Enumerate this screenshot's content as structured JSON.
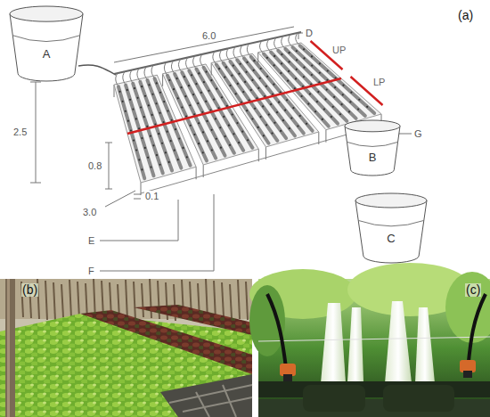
{
  "diagram": {
    "nodes": [
      {
        "text": [
          "A"
        ]
      },
      {
        "text": [
          "B"
        ]
      },
      {
        "text": [
          "C"
        ]
      }
    ],
    "labels": [
      "(a)",
      "6.0",
      "D",
      "UP",
      "LP",
      "2.5",
      "G",
      "0.8",
      "3.0",
      "0.1",
      "E",
      "F",
      "(b)",
      "(c)"
    ]
  }
}
